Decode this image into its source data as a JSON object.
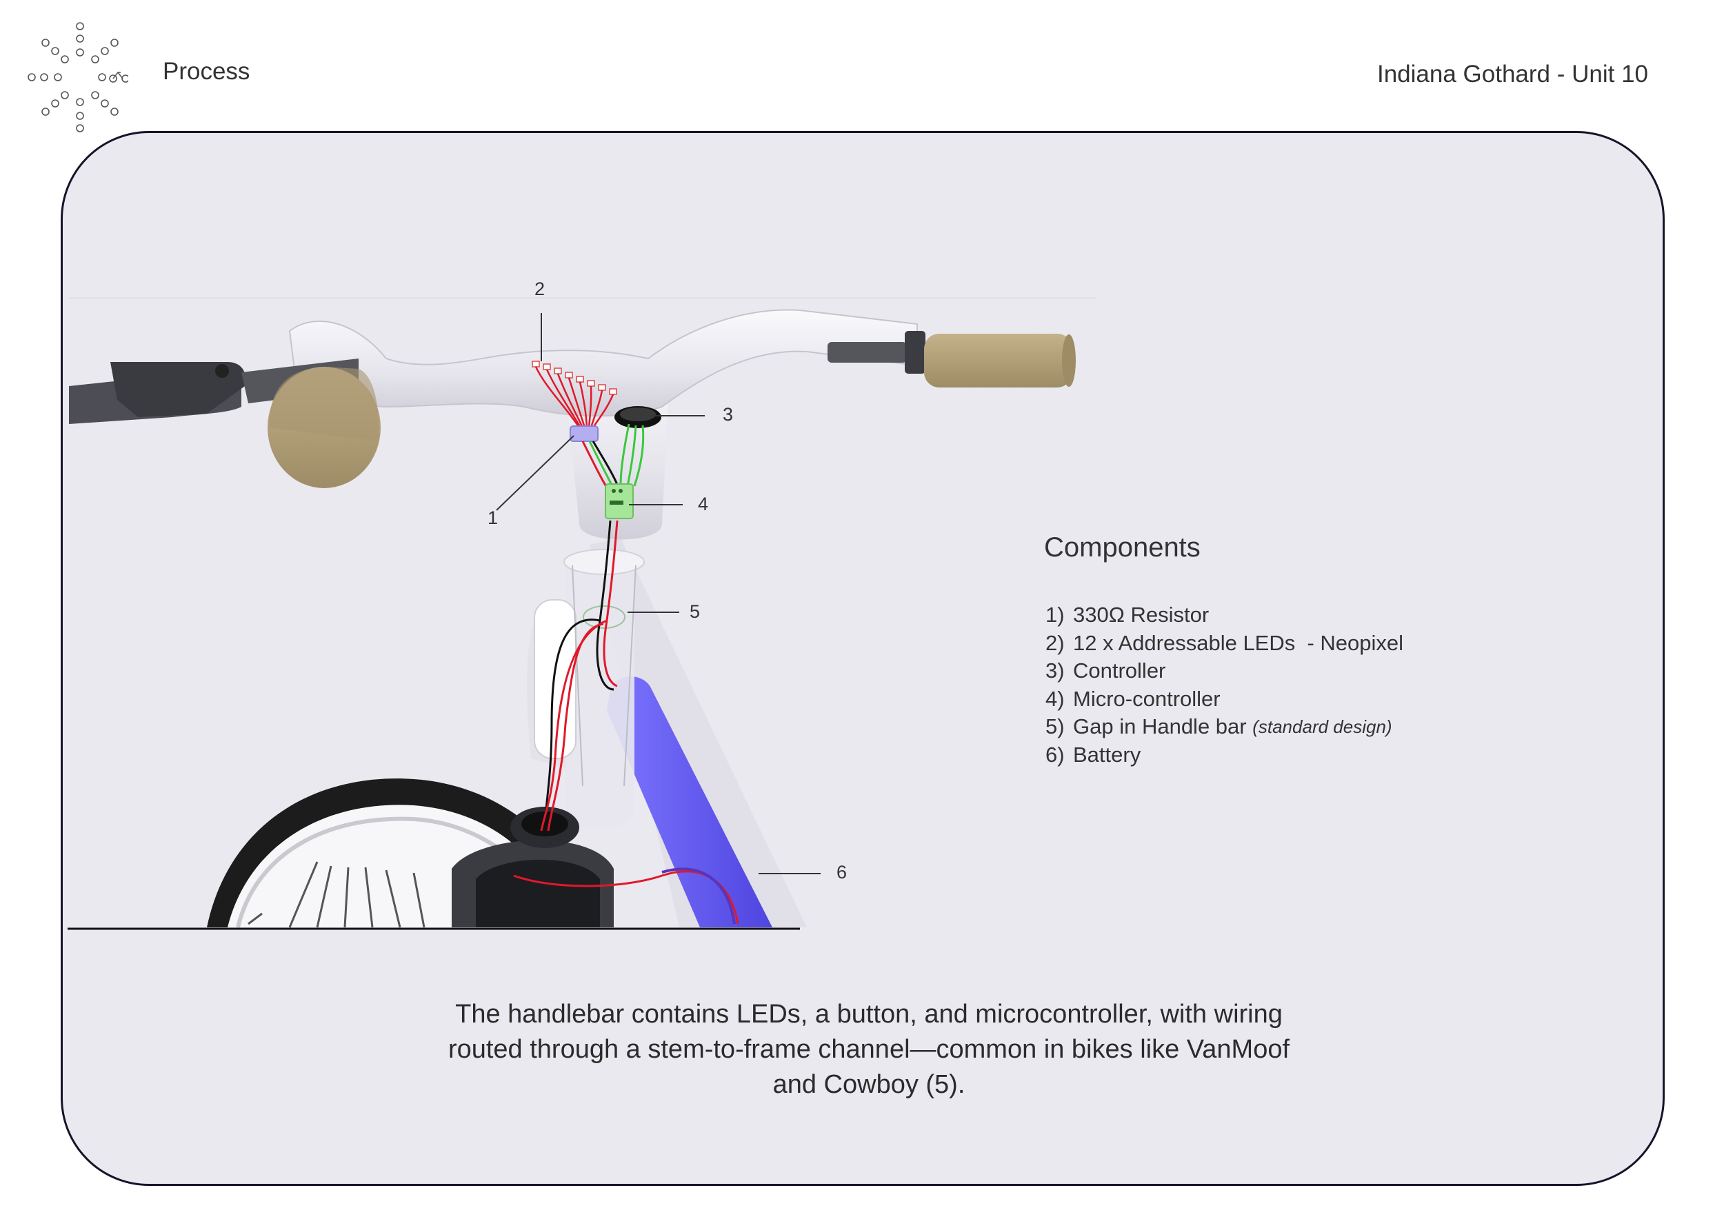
{
  "header": {
    "section_title": "Process",
    "author": "Indiana Gothard - Unit 10"
  },
  "diagram": {
    "callouts": [
      "1",
      "2",
      "3",
      "4",
      "5",
      "6"
    ],
    "colors": {
      "frame_background": "#ebe9f0",
      "frame_border": "#15152a",
      "grip": "#b2a07a",
      "battery": "#6a60f5",
      "wire_red": "#e0192a",
      "wire_green": "#3cc83c",
      "microcontroller": "#a6e69a",
      "resistor": "#b4aef0"
    }
  },
  "components": {
    "title": "Components",
    "items": [
      {
        "num": "1)",
        "text": "330Ω Resistor",
        "note": ""
      },
      {
        "num": "2)",
        "text": "12 x Addressable LEDs  - Neopixel",
        "note": ""
      },
      {
        "num": "3)",
        "text": "Controller",
        "note": ""
      },
      {
        "num": "4)",
        "text": "Micro-controller",
        "note": ""
      },
      {
        "num": "5)",
        "text": "Gap in Handle bar ",
        "note": "(standard design)"
      },
      {
        "num": "6)",
        "text": "Battery",
        "note": ""
      }
    ]
  },
  "caption": {
    "line1": "The handlebar contains LEDs, a button, and microcontroller, with wiring",
    "line2": "routed through a stem-to-frame channel—common in bikes like VanMoof",
    "line3": "and Cowboy (5)."
  }
}
